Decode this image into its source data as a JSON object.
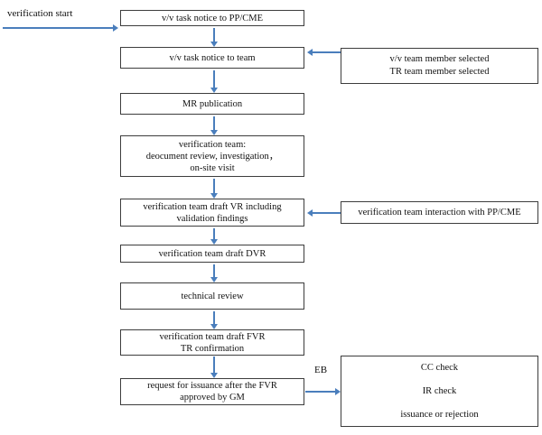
{
  "colors": {
    "arrow": "#4a7ebc",
    "border": "#3d3d3d",
    "text": "#111111",
    "bg": "#ffffff"
  },
  "labels": {
    "verification_start": "verification start",
    "eb": "EB"
  },
  "boxes": {
    "task_notice_ppcme": "v/v task notice to PP/CME",
    "task_notice_team": "v/v task notice to team",
    "team_member_selected": "v/v team member selected\nTR team member selected",
    "mr_publication": "MR publication",
    "verification_team": "verification team:\ndeocument review, investigation，\non-site visit",
    "draft_vr": "verification team draft VR including\nvalidation findings",
    "interaction_ppcme": "verification team interaction with PP/CME",
    "draft_dvr": "verification team draft DVR",
    "technical_review": "technical review",
    "draft_fvr": "verification team draft FVR\nTR confirmation",
    "request_issuance": "request for issuance after the FVR\napproved by GM",
    "eb_review": "CC check\n\nIR check\n\nissuance or rejection"
  }
}
